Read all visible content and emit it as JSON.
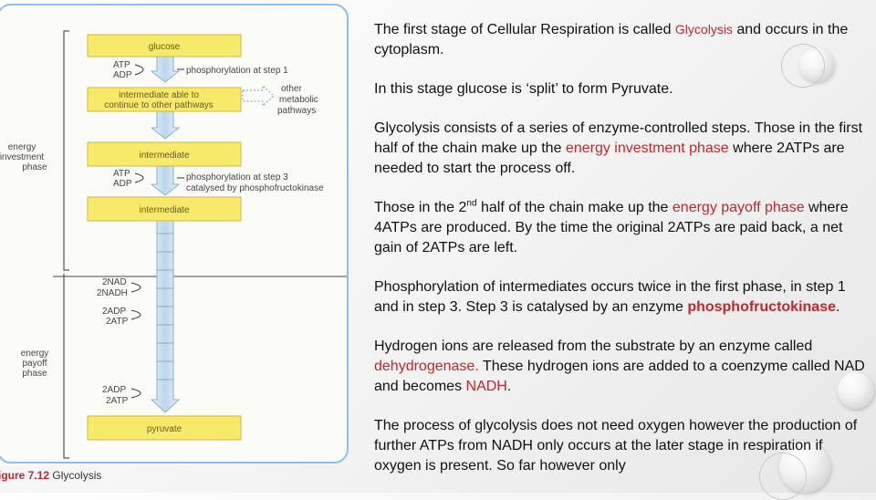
{
  "figure": {
    "boxes": {
      "glucose": "glucose",
      "intermediate1_line1": "intermediate able to",
      "intermediate1_line2": "continue to other pathways",
      "intermediate2": "intermediate",
      "intermediate3": "intermediate",
      "pyruvate": "pyruvate"
    },
    "labels": {
      "atp1": "ATP",
      "adp1": "ADP",
      "phos_step1": "phosphorylation at step 1",
      "other1": "other",
      "other2": "metabolic",
      "other3": "pathways",
      "atp3": "ATP",
      "adp3": "ADP",
      "phos_step3_line1": "phosphorylation at step 3",
      "phos_step3_line2": "catalysed by phosphofructokinase",
      "nad": "2NAD",
      "nadh": "2NADH",
      "adp2a": "2ADP",
      "atp2a": "2ATP",
      "adp2b": "2ADP",
      "atp2b": "2ATP"
    },
    "phases": {
      "investment_line1": "energy",
      "investment_line2": "investment",
      "investment_line3": "phase",
      "payoff_line1": "energy",
      "payoff_line2": "payoff",
      "payoff_line3": "phase"
    },
    "caption_number": "igure 7.12",
    "caption_title": "Glycolysis"
  },
  "text": {
    "p1_a": "The first stage of Cellular Respiration is called ",
    "p1_term": "Glycolysis",
    "p1_b": " and occurs in the cytoplasm.",
    "p2": "In this stage glucose is ‘split’ to form Pyruvate.",
    "p3_a": "Glycolysis consists of a series of enzyme-controlled steps. Those in the first half of the chain make up the ",
    "p3_term": "energy investment phase",
    "p3_b": " where 2ATPs are needed to start the process off.",
    "p4_a": "Those in the 2",
    "p4_sup": "nd",
    "p4_b": " half of the chain make up the ",
    "p4_term": "energy payoff phase",
    "p4_c": " where 4ATPs are produced. By the time the original 2ATPs are paid back, a net gain of 2ATPs are left.",
    "p5_a": "Phosphorylation of intermediates occurs twice in the first phase, in step 1 and in step 3. Step 3 is catalysed by an enzyme ",
    "p5_term": "phosphofructokinase",
    "p5_b": ".",
    "p6_a": "Hydrogen ions are released from the substrate by an enzyme called ",
    "p6_term": "dehydrogenase.",
    "p6_b": " These hydrogen ions are added to a coenzyme called NAD and becomes ",
    "p6_term2": "NADH",
    "p6_c": ".",
    "p7": "The process of glycolysis does not need oxygen however the production of further ATPs from NADH only occurs at the later stage in respiration if oxygen is present. So far however only"
  },
  "colors": {
    "highlight": "#c0282d",
    "box_fill": "#f7e96a",
    "arrow_fill": "#cfe3f3",
    "panel_border": "#8fbfe8"
  }
}
